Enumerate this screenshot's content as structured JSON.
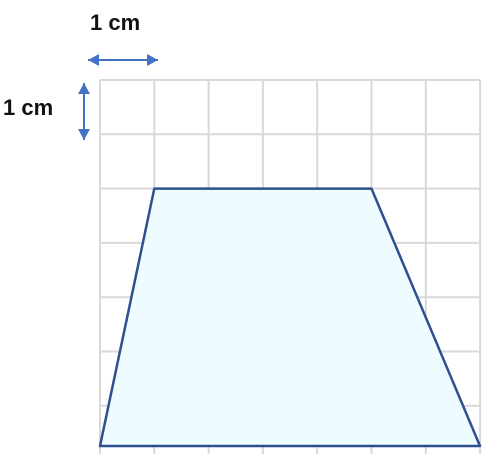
{
  "diagram": {
    "grid": {
      "columns": 7,
      "rows": 7,
      "cell_unit": "1 cm",
      "line_color": "#d9d9d9"
    },
    "scale_labels": {
      "horizontal": "1 cm",
      "vertical": "1 cm"
    },
    "arrow_color": "#4472c4",
    "shape": {
      "type": "trapezoid",
      "fill_color": "#eefcff",
      "stroke_color": "#2f4f8f",
      "vertices_grid_units": [
        [
          1,
          2
        ],
        [
          5,
          2
        ],
        [
          7,
          6.8
        ],
        [
          0,
          6.8
        ]
      ]
    }
  }
}
